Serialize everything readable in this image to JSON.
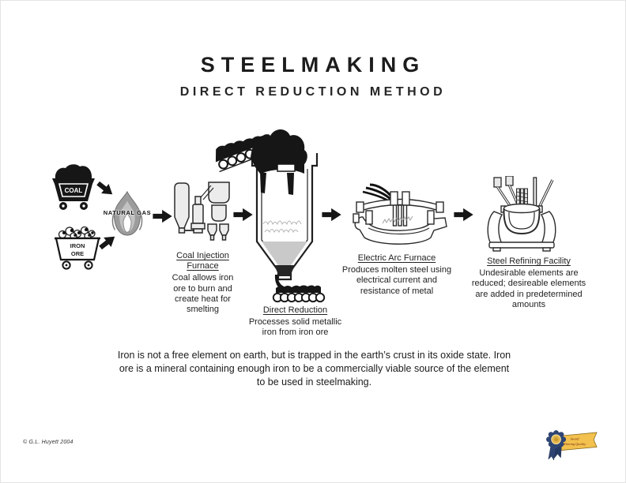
{
  "title": {
    "main": "STEELMAKING",
    "subtitle": "DIRECT REDUCTION METHOD"
  },
  "materials": {
    "coal": "COAL",
    "iron_ore_line1": "IRON",
    "iron_ore_line2": "ORE",
    "natural_gas": "NATURAL GAS"
  },
  "stations": {
    "coal_injection": {
      "title": "Coal Injection Furnace",
      "description": "Coal allows iron ore to burn and create heat for smelting"
    },
    "direct_reduction": {
      "title": "Direct Reduction",
      "description": "Processes solid metallic iron from iron ore"
    },
    "electric_arc": {
      "title": "Electric Arc Furnace",
      "description": "Produces molten steel using electrical current and resistance of metal"
    },
    "steel_refining": {
      "title": "Steel Refining Facility",
      "description": "Undesirable elements are reduced; desireable elements are added in predetermined amounts"
    }
  },
  "body_text": "Iron is not a free element on earth, but is trapped in the earth’s crust in its oxide state. Iron ore is a mineral containing enough iron to be a commercially viable source of the element to be used in steelmaking.",
  "footer": {
    "copyright": "© G.L. Huyett 2004"
  },
  "badge": {
    "line1": "Award",
    "line2": "Winning Quality"
  },
  "icons": [
    "coal-cart-icon",
    "iron-ore-cart-icon",
    "natural-gas-flame-icon",
    "flow-arrow-icon",
    "coal-injection-furnace-icon",
    "direct-reduction-furnace-icon",
    "electric-arc-furnace-icon",
    "steel-refining-facility-icon",
    "award-ribbon-icon"
  ],
  "colors": {
    "ink": "#161616",
    "flame_gray": "#9c9c9c",
    "vessel_fill": "#ececec",
    "badge_blue": "#2e4472",
    "badge_gold": "#f2c14e"
  }
}
